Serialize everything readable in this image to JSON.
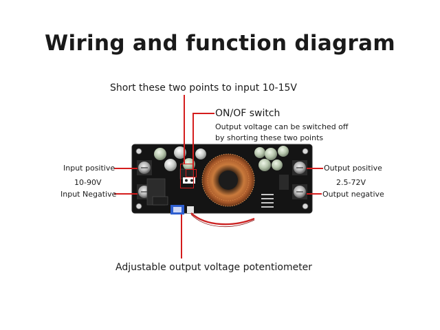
{
  "title": "Wiring and function diagram",
  "labels": {
    "short_points": "Short these two points to input 10-15V",
    "onoff_title": "ON/OF switch",
    "onoff_desc_1": "Output voltage can be switched off",
    "onoff_desc_2": "by shorting these two points",
    "input_positive": "Input positive",
    "input_range": "10-90V",
    "input_negative": "Input Negative",
    "output_positive": "Output positive",
    "output_range": "2.5-72V",
    "output_negative": "Output negative",
    "potentiometer": "Adjustable output voltage potentiometer"
  },
  "colors": {
    "leader_line": "#d41c1c",
    "board": "#141414",
    "copper": "#b8682e"
  }
}
